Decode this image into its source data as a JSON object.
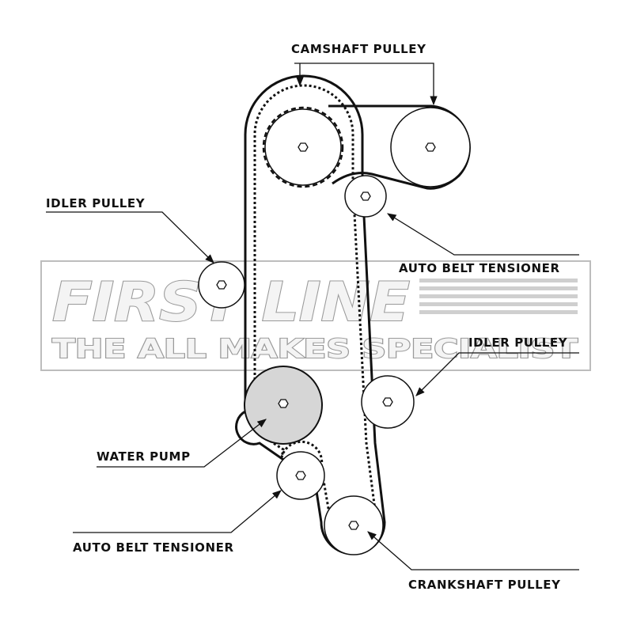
{
  "watermark": {
    "brand": "FIRST LINE",
    "tagline": "THE ALL MAKES SPECIALIST"
  },
  "labels": {
    "camshaft_pulley": "CAMSHAFT PULLEY",
    "idler_pulley_left": "IDLER PULLEY",
    "auto_belt_tensioner_top": "AUTO BELT TENSIONER",
    "idler_pulley_right": "IDLER PULLEY",
    "water_pump": "WATER PUMP",
    "auto_belt_tensioner_bottom": "AUTO BELT TENSIONER",
    "crankshaft_pulley": "CRANKSHAFT PULLEY"
  },
  "colors": {
    "line": "#111111",
    "water_pump_fill": "#d6d6d6",
    "watermark_fill": "#f4f4f4",
    "watermark_stroke": "#9a9a9a"
  }
}
